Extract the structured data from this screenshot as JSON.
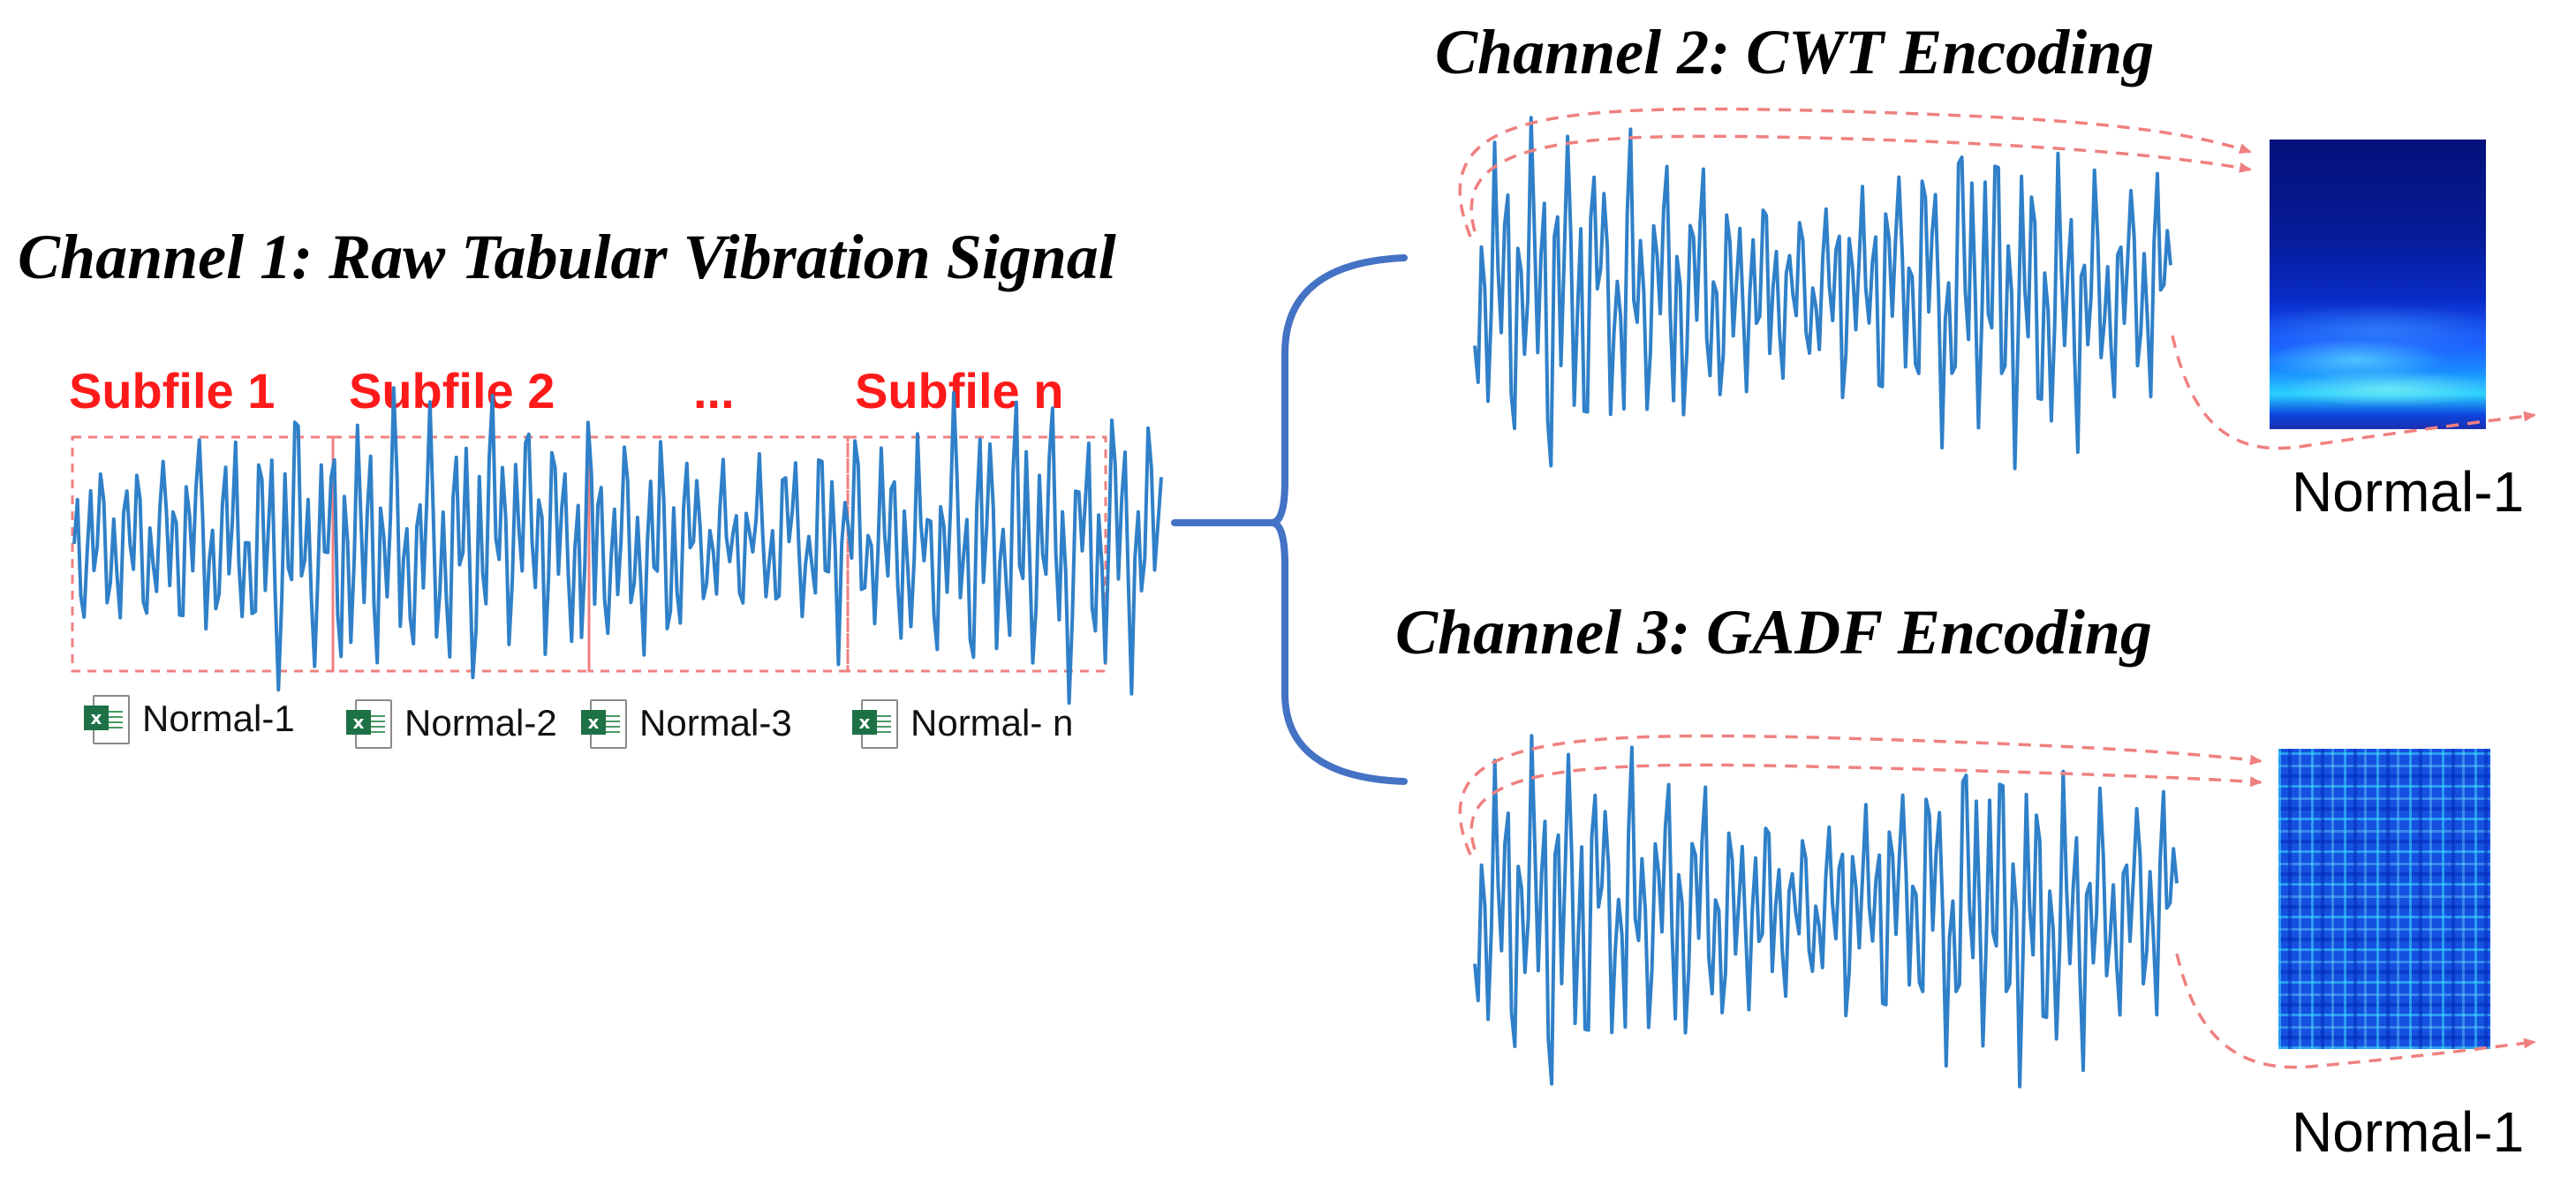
{
  "channel1": {
    "title": "Channel 1: Raw Tabular Vibration Signal",
    "subfiles": [
      "Subfile 1",
      "Subfile 2",
      "...",
      "Subfile n"
    ],
    "files": [
      "Normal-1",
      "Normal-2",
      "Normal-3",
      "Normal- n"
    ]
  },
  "channel2": {
    "title": "Channel 2: CWT Encoding",
    "output_label": "Normal-1"
  },
  "channel3": {
    "title": "Channel 3: GADF Encoding",
    "output_label": "Normal-1"
  },
  "colors": {
    "signal": "#2f80c8",
    "brace": "#4472c4",
    "subfile_text": "#ff1a1a",
    "dashed": "#f08080"
  }
}
